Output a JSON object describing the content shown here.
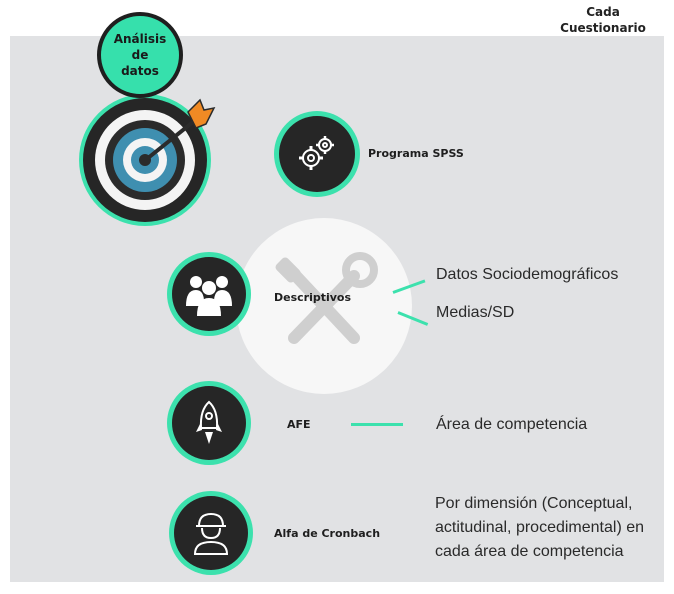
{
  "header": {
    "line1": "Cada",
    "line2": "Cuestionario"
  },
  "bubble": {
    "line1": "Análisis",
    "line2": "de",
    "line3": "datos"
  },
  "programa": {
    "label": "Programa SPSS"
  },
  "descriptivos": {
    "label": "Descriptivos",
    "item1": "Datos Sociodemográficos",
    "item2": "Medias/SD"
  },
  "afe": {
    "label": "AFE",
    "item": "Área de competencia"
  },
  "alfa": {
    "label": "Alfa de Cronbach",
    "line1": "Por dimensión (Conceptual,",
    "line2": "actitudinal, procedimental) en",
    "line3": "cada área de competencia"
  },
  "colors": {
    "accent": "#3ce1ad",
    "dark": "#262626",
    "panel": "#e1e2e4",
    "arrow": "#f08a24"
  },
  "icons": [
    "target-icon",
    "gears-icon",
    "people-icon",
    "tools-icon",
    "rocket-icon",
    "worker-icon"
  ]
}
